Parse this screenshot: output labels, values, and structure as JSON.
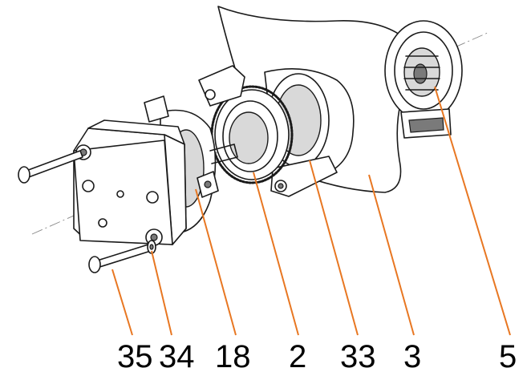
{
  "labels": [
    {
      "id": "35",
      "text": "35"
    },
    {
      "id": "34",
      "text": "34"
    },
    {
      "id": "18",
      "text": "18"
    },
    {
      "id": "2",
      "text": "2"
    },
    {
      "id": "33",
      "text": "33"
    },
    {
      "id": "3",
      "text": "3"
    },
    {
      "id": "5",
      "text": "5"
    }
  ],
  "colors": {
    "leader_line": "#e87722",
    "outline": "#1a1a1a",
    "label_text": "#000000",
    "background": "#ffffff"
  }
}
